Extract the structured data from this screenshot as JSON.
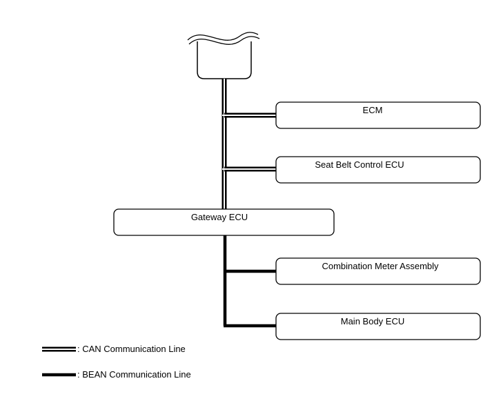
{
  "nodes": {
    "ecm": "ECM",
    "seat_belt": "Seat Belt Control ECU",
    "gateway": "Gateway ECU",
    "combination_meter": "Combination Meter Assembly",
    "main_body": "Main Body ECU"
  },
  "legend": {
    "can": ": CAN Communication Line",
    "bean": ": BEAN Communication Line"
  },
  "icons": {
    "connector": "wavy-cut-connector-icon"
  },
  "colors": {
    "line": "#000000",
    "background": "#ffffff"
  }
}
